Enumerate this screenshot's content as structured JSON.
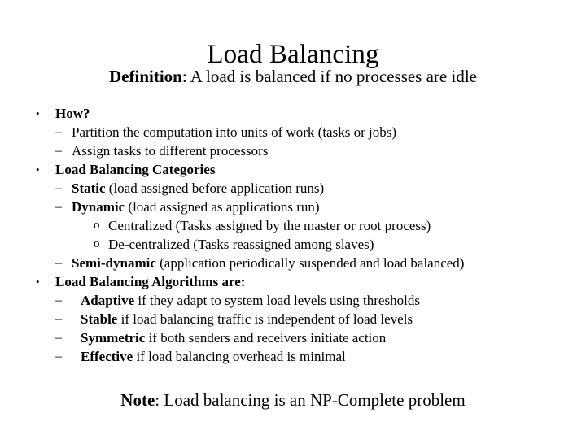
{
  "slide": {
    "title": "Load Balancing",
    "definition": {
      "lead": "Definition",
      "rest": ": A load is balanced if no processes are idle"
    },
    "markers": {
      "bullet": "•",
      "dash": "–",
      "circle": "o"
    },
    "outline": [
      {
        "level": 1,
        "bold_part": "How?",
        "rest": ""
      },
      {
        "level": 2,
        "bold_part": "",
        "rest": "Partition the computation into units of work (tasks or jobs)"
      },
      {
        "level": 2,
        "bold_part": "",
        "rest": "Assign tasks to different processors"
      },
      {
        "level": 1,
        "bold_part": "Load Balancing Categories",
        "rest": ""
      },
      {
        "level": 2,
        "bold_part": "Static",
        "rest": " (load assigned before application runs)"
      },
      {
        "level": 2,
        "bold_part": "Dynamic",
        "rest": " (load assigned as applications run)"
      },
      {
        "level": 3,
        "bold_part": "",
        "rest": "Centralized (Tasks assigned by the master or root process)"
      },
      {
        "level": 3,
        "bold_part": "",
        "rest": "De-centralized (Tasks reassigned among slaves)"
      },
      {
        "level": 2,
        "bold_part": "Semi-dynamic",
        "rest": " (application periodically suspended and load balanced)"
      },
      {
        "level": 1,
        "bold_part": "Load Balancing Algorithms are:",
        "rest": ""
      },
      {
        "level": 2.5,
        "bold_part": "Adaptive",
        "rest": " if they adapt to system load levels using thresholds"
      },
      {
        "level": 2.5,
        "bold_part": "Stable",
        "rest": " if load balancing traffic is independent of load levels"
      },
      {
        "level": 2.5,
        "bold_part": "Symmetric",
        "rest": " if both senders and receivers initiate action"
      },
      {
        "level": 2.5,
        "bold_part": "Effective",
        "rest": " if load balancing overhead is minimal"
      }
    ],
    "note": {
      "lead": "Note",
      "rest": ": Load balancing is an NP-Complete problem"
    },
    "colors": {
      "text": "#000000",
      "background": "#ffffff"
    }
  }
}
